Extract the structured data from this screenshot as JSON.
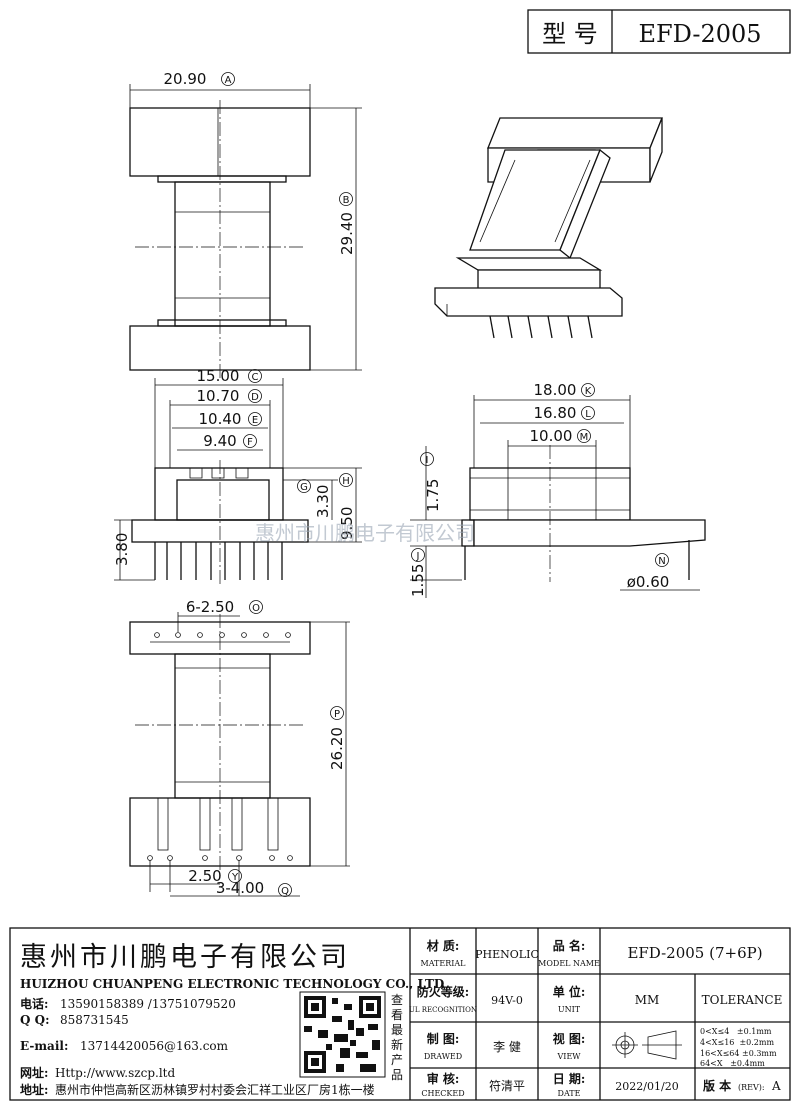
{
  "title_box": {
    "type_label": "型 号",
    "model": "EFD-2005"
  },
  "dimensions": {
    "A": {
      "value": "20.90",
      "letter": "A"
    },
    "B": {
      "value": "29.40",
      "letter": "B"
    },
    "C": {
      "value": "15.00",
      "letter": "C"
    },
    "D": {
      "value": "10.70",
      "letter": "D"
    },
    "E": {
      "value": "10.40",
      "letter": "E"
    },
    "F": {
      "value": "9.40",
      "letter": "F"
    },
    "G": {
      "value": "3.30",
      "letter": "G"
    },
    "H": {
      "value": "9.50",
      "letter": "H"
    },
    "H2": {
      "value": "3.80"
    },
    "I": {
      "value": "1.75",
      "letter": "I"
    },
    "J": {
      "value": "1.55",
      "letter": "J"
    },
    "K": {
      "value": "18.00",
      "letter": "K"
    },
    "L": {
      "value": "16.80",
      "letter": "L"
    },
    "M": {
      "value": "10.00",
      "letter": "M"
    },
    "N": {
      "value": "ø0.60",
      "letter": "N"
    },
    "O": {
      "value": "6-2.50",
      "letter": "O"
    },
    "P": {
      "value": "26.20",
      "letter": "P"
    },
    "Y": {
      "value": "2.50",
      "letter": "Y"
    },
    "Q": {
      "value": "3-4.00",
      "letter": "Q"
    }
  },
  "watermark": "惠州市川鹏电子有限公司",
  "company": {
    "name_cn": "惠州市川鹏电子有限公司",
    "name_en": "HUIZHOU CHUANPENG ELECTRONIC TECHNOLOGY CO., LTD",
    "phone_label": "电话:",
    "phone": "13590158389 /13751079520",
    "qq_label": "Q Q:",
    "qq": "858731545",
    "email_label": "E-mail:",
    "email": "13714420056@163.com",
    "web_label": "网址:",
    "web": "Http://www.szcp.ltd",
    "addr_label": "地址:",
    "addr": "惠州市仲恺高新区沥林镇罗村村委会汇祥工业区厂房1栋一楼",
    "qr_caption": [
      "查",
      "看",
      "最",
      "新",
      "产",
      "品"
    ]
  },
  "title_block": {
    "material_cn": "材 质:",
    "material_en": "MATERIAL",
    "material": "PHENOLIC",
    "product_cn": "品 名:",
    "product_en": "MODEL NAME",
    "product": "EFD-2005 (7+6P)",
    "flame_cn": "防火等级:",
    "flame_en": "UL RECOGNITION",
    "flame": "94V-0",
    "unit_cn": "单 位:",
    "unit_en": "UNIT",
    "unit": "MM",
    "tolerance": "TOLERANCE",
    "drawn_cn": "制 图:",
    "drawn_en": "DRAWED",
    "drawn": "李 健",
    "view_cn": "视 图:",
    "view_en": "VIEW",
    "tol_lines": [
      "0<X≤4   ±0.1mm",
      "4<X≤16  ±0.2mm",
      "16<X≤64 ±0.3mm",
      "64<X   ±0.4mm"
    ],
    "checked_cn": "审 核:",
    "checked_en": "CHECKED",
    "checked": "符清平",
    "date_cn": "日 期:",
    "date_en": "DATE",
    "date": "2022/01/20",
    "rev_label": "版 本",
    "rev_small": "(REV):",
    "rev": "A"
  }
}
